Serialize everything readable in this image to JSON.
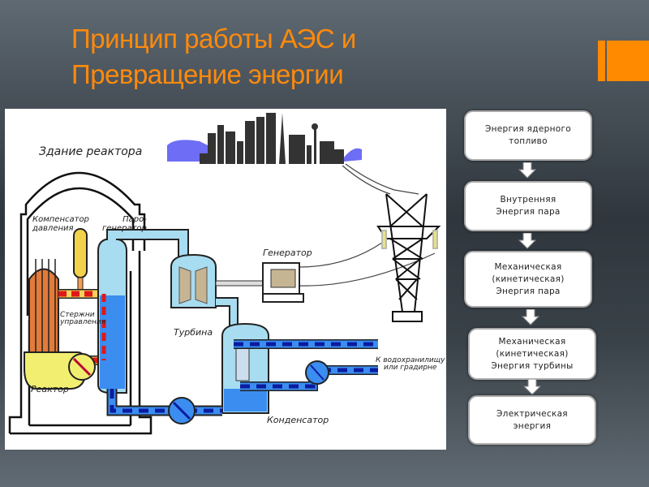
{
  "slide": {
    "title_line1": "Принцип работы АЭС и",
    "title_line2": "Превращение энергии",
    "accent_color": "#ff8a00",
    "title_color": "#ff8a0c"
  },
  "diagram": {
    "labels": {
      "reactor_building": "Здание реактора",
      "pressure_compensator": "Компенсатор\nдавления",
      "steam_generator": "Паро-\nгенератор",
      "control_rods": "Стержни\nуправления",
      "reactor": "Реактор",
      "turbine": "Турбина",
      "generator": "Генератор",
      "condenser": "Конденсатор",
      "to_reservoir": "К водохранилищу\nили градирне"
    }
  },
  "flowchart": {
    "steps": [
      {
        "text": "Энергия ядерного\nтопливо"
      },
      {
        "text": "Внутренняя\nЭнергия пара"
      },
      {
        "text": "Механическая\n(кинетическая)\nЭнергия пара"
      },
      {
        "text": "Механическая\n(кинетическая)\nЭнергия турбины"
      },
      {
        "text": "Электрическая\nэнергия"
      }
    ],
    "arrow_icon": "down-arrow-icon"
  }
}
